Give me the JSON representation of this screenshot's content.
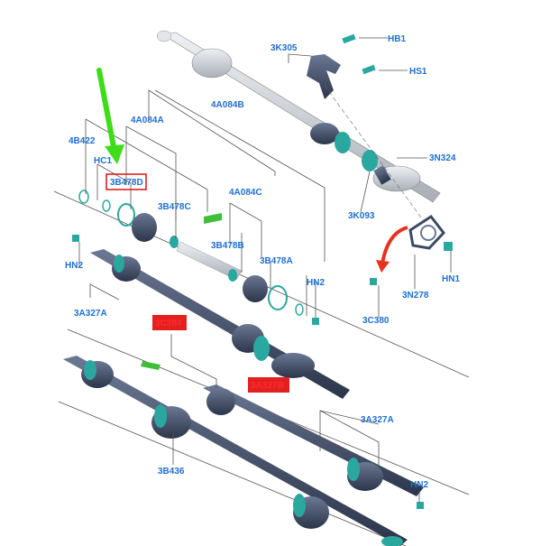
{
  "labels": {
    "hb1": "HB1",
    "hs1": "HS1",
    "k3305": "3K305",
    "a4084b": "4A084B",
    "a4084a": "4A084A",
    "b4422": "4B422",
    "hc1": "HC1",
    "b3478d": "3B478D",
    "b3478c": "3B478C",
    "a4084c": "4A084C",
    "b3478b": "3B478B",
    "b3478a": "3B478A",
    "n3324": "3N324",
    "k3093": "3K093",
    "hn2_a": "HN2",
    "hn2_b": "HN2",
    "hn2_c": "HN2",
    "hn1": "HN1",
    "n3278": "3N278",
    "c3380": "3C380",
    "a3327_left": "3A327A",
    "a3327_right": "3A327A",
    "red_boot": "3C384",
    "red_shaft": "3A327B",
    "b3436": "3B436"
  },
  "colors": {
    "label_blue": "#1f6fd1",
    "highlight_red": "#e32020",
    "arrow_green": "#3fdc1a",
    "arrow_red": "#e8321e",
    "component_teal": "#2aa8a0"
  },
  "icons": {
    "pointer_green": "arrow-down-left-icon",
    "pointer_red": "curved-arrow-icon"
  }
}
